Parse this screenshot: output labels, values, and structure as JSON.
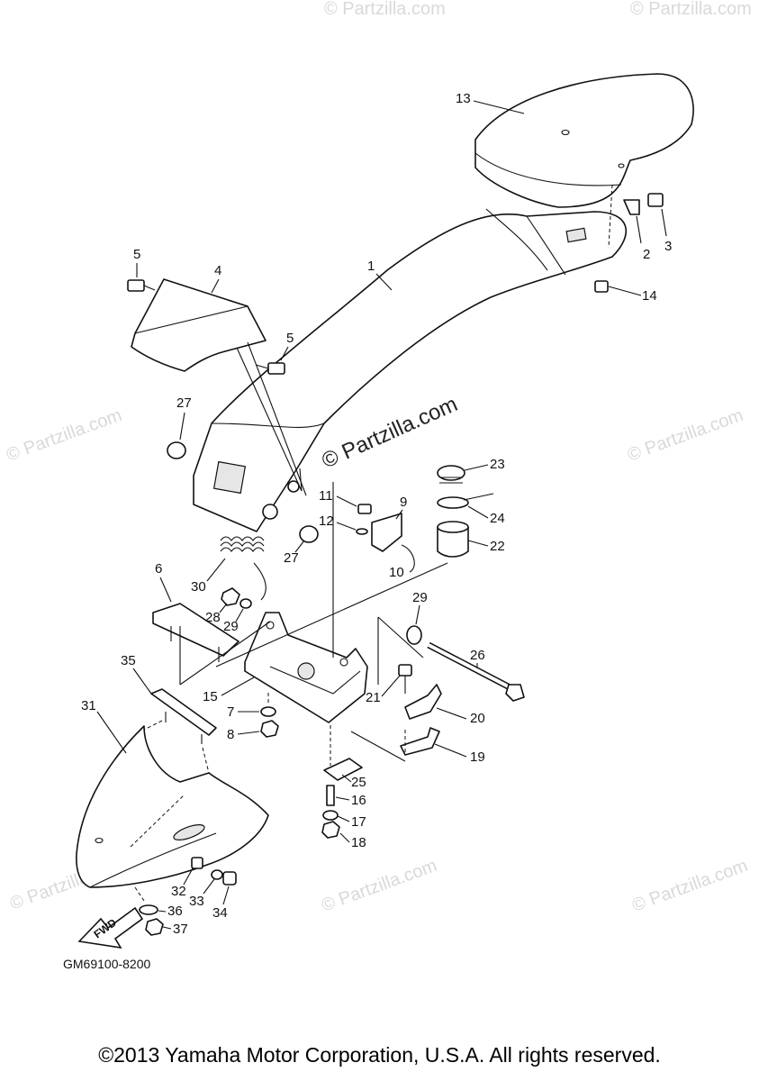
{
  "diagram": {
    "drawing_code": "GM69100-8200",
    "fwd_label": "FWD",
    "watermark_main": "© Partzilla.com",
    "watermark_faint": "© Partzilla.com",
    "callouts": [
      "1",
      "2",
      "3",
      "4",
      "5",
      "5",
      "6",
      "7",
      "8",
      "9",
      "10",
      "11",
      "12",
      "13",
      "14",
      "15",
      "16",
      "17",
      "18",
      "19",
      "20",
      "21",
      "22",
      "23",
      "24",
      "25",
      "26",
      "27",
      "27",
      "28",
      "29",
      "29",
      "30",
      "31",
      "32",
      "33",
      "34",
      "35",
      "36",
      "37"
    ]
  },
  "footer": {
    "copyright": "©2013 Yamaha Motor Corporation, U.S.A. All rights reserved."
  }
}
